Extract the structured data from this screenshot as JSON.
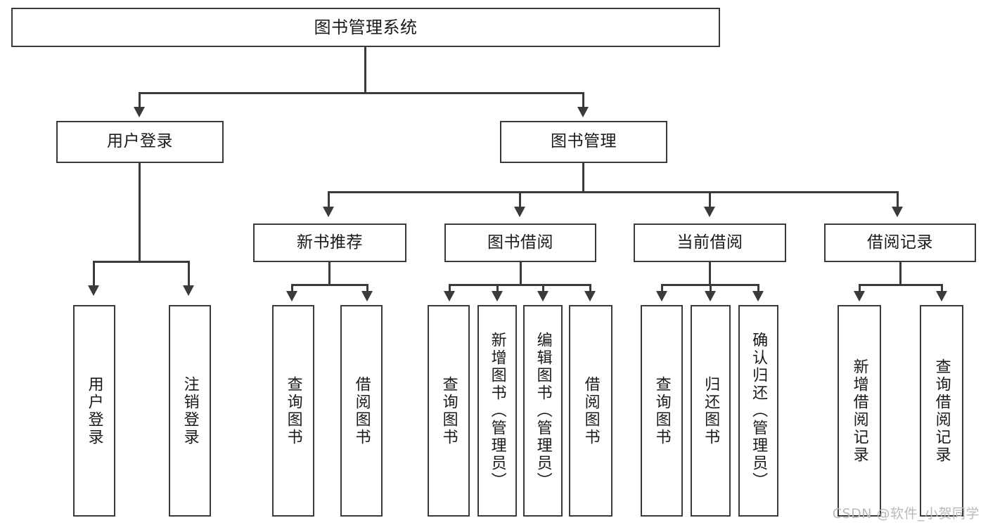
{
  "diagram": {
    "title": "图书管理系统",
    "type": "tree-structure-chart",
    "watermark": "CSDN @软件_小贺同学"
  },
  "nodes": {
    "root": {
      "label": "图书管理系统"
    },
    "level1": [
      {
        "id": "user-login",
        "label": "用户登录"
      },
      {
        "id": "book-management",
        "label": "图书管理"
      }
    ],
    "level2": [
      {
        "id": "new-book-recommend",
        "label": "新书推荐"
      },
      {
        "id": "book-borrow",
        "label": "图书借阅"
      },
      {
        "id": "current-borrow",
        "label": "当前借阅"
      },
      {
        "id": "borrow-record",
        "label": "借阅记录"
      }
    ],
    "leaves": {
      "user_login": [
        {
          "id": "leaf-user-login",
          "label": "用户登录"
        },
        {
          "id": "leaf-logout-login",
          "label": "注销登录"
        }
      ],
      "new_book_recommend": [
        {
          "id": "leaf-query-book-1",
          "label": "查询图书"
        },
        {
          "id": "leaf-borrow-book-1",
          "label": "借阅图书"
        }
      ],
      "book_borrow": [
        {
          "id": "leaf-query-book-2",
          "label": "查询图书"
        },
        {
          "id": "leaf-add-book",
          "label": "新增图书（管理员）"
        },
        {
          "id": "leaf-edit-book",
          "label": "编辑图书（管理员）"
        },
        {
          "id": "leaf-borrow-book-2",
          "label": "借阅图书"
        }
      ],
      "current_borrow": [
        {
          "id": "leaf-query-book-3",
          "label": "查询图书"
        },
        {
          "id": "leaf-return-book",
          "label": "归还图书"
        },
        {
          "id": "leaf-confirm-return",
          "label": "确认归还（管理员）"
        }
      ],
      "borrow_record": [
        {
          "id": "leaf-add-record",
          "label": "新增借阅记录"
        },
        {
          "id": "leaf-query-record",
          "label": "查询借阅记录"
        }
      ]
    }
  },
  "style": {
    "border_color": "#3a3a3a",
    "box_fill": "#ffffff",
    "text_color": "#1a1a1a",
    "watermark_color": "#b9b9b9",
    "background": "#ffffff"
  }
}
